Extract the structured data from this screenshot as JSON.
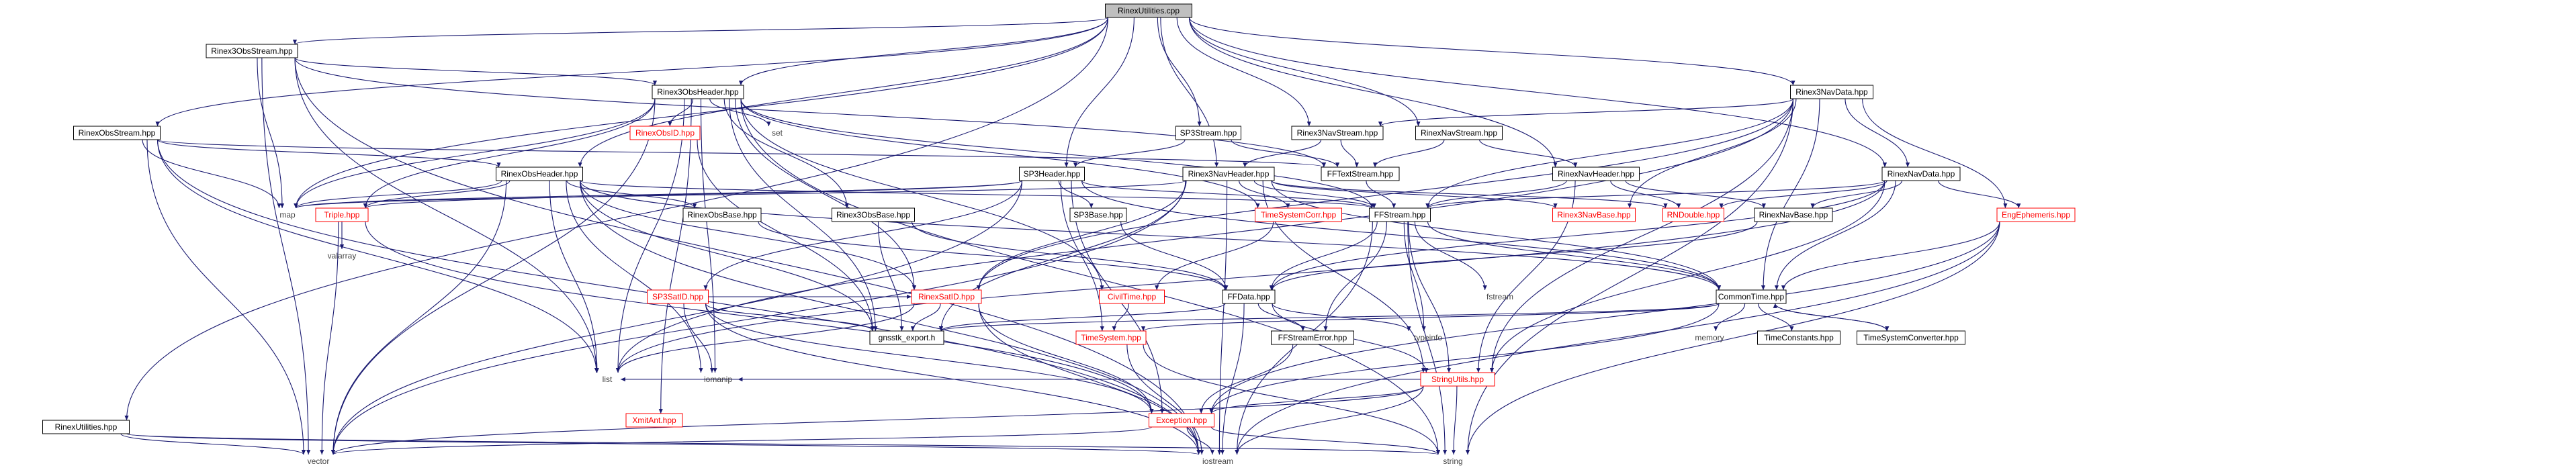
{
  "graph": {
    "nodes": [
      {
        "id": "RinexUtilities_cpp",
        "label": "RinexUtilities.cpp",
        "kind": "root"
      },
      {
        "id": "Rinex3ObsStream_hpp",
        "label": "Rinex3ObsStream.hpp",
        "kind": "file"
      },
      {
        "id": "RinexObsStream_hpp",
        "label": "RinexObsStream.hpp",
        "kind": "file"
      },
      {
        "id": "RinexUtilities_hpp",
        "label": "RinexUtilities.hpp",
        "kind": "file"
      },
      {
        "id": "Rinex3ObsHeader_hpp",
        "label": "Rinex3ObsHeader.hpp",
        "kind": "file"
      },
      {
        "id": "RinexObsID_hpp",
        "label": "RinexObsID.hpp",
        "kind": "red"
      },
      {
        "id": "set",
        "label": "set",
        "kind": "sys"
      },
      {
        "id": "SP3Stream_hpp",
        "label": "SP3Stream.hpp",
        "kind": "file"
      },
      {
        "id": "Rinex3NavStream_hpp",
        "label": "Rinex3NavStream.hpp",
        "kind": "file"
      },
      {
        "id": "RinexNavStream_hpp",
        "label": "RinexNavStream.hpp",
        "kind": "file"
      },
      {
        "id": "Rinex3NavData_hpp",
        "label": "Rinex3NavData.hpp",
        "kind": "file"
      },
      {
        "id": "FFTextStream_hpp",
        "label": "FFTextStream.hpp",
        "kind": "file"
      },
      {
        "id": "RinexObsHeader_hpp",
        "label": "RinexObsHeader.hpp",
        "kind": "file"
      },
      {
        "id": "SP3Header_hpp",
        "label": "SP3Header.hpp",
        "kind": "file"
      },
      {
        "id": "Rinex3NavHeader_hpp",
        "label": "Rinex3NavHeader.hpp",
        "kind": "file"
      },
      {
        "id": "RinexNavHeader_hpp",
        "label": "RinexNavHeader.hpp",
        "kind": "file"
      },
      {
        "id": "RinexNavData_hpp",
        "label": "RinexNavData.hpp",
        "kind": "file"
      },
      {
        "id": "map",
        "label": "map",
        "kind": "sys"
      },
      {
        "id": "Triple_hpp",
        "label": "Triple.hpp",
        "kind": "red"
      },
      {
        "id": "RinexObsBase_hpp",
        "label": "RinexObsBase.hpp",
        "kind": "file"
      },
      {
        "id": "Rinex3ObsBase_hpp",
        "label": "Rinex3ObsBase.hpp",
        "kind": "file"
      },
      {
        "id": "SP3Base_hpp",
        "label": "SP3Base.hpp",
        "kind": "file"
      },
      {
        "id": "TimeSystemCorr_hpp",
        "label": "TimeSystemCorr.hpp",
        "kind": "red"
      },
      {
        "id": "FFStream_hpp",
        "label": "FFStream.hpp",
        "kind": "file"
      },
      {
        "id": "Rinex3NavBase_hpp",
        "label": "Rinex3NavBase.hpp",
        "kind": "red"
      },
      {
        "id": "RNDouble_hpp",
        "label": "RNDouble.hpp",
        "kind": "red"
      },
      {
        "id": "RinexNavBase_hpp",
        "label": "RinexNavBase.hpp",
        "kind": "file"
      },
      {
        "id": "GPSEphemeris_hpp",
        "label": "EngEphemeris.hpp",
        "kind": "red"
      },
      {
        "id": "valarray",
        "label": "valarray",
        "kind": "sys"
      },
      {
        "id": "SP3SatID_hpp",
        "label": "SP3SatID.hpp",
        "kind": "red"
      },
      {
        "id": "RinexSatID_hpp",
        "label": "RinexSatID.hpp",
        "kind": "red"
      },
      {
        "id": "CivilTime_hpp",
        "label": "CivilTime.hpp",
        "kind": "red"
      },
      {
        "id": "FFData_hpp",
        "label": "FFData.hpp",
        "kind": "file"
      },
      {
        "id": "fstream",
        "label": "fstream",
        "kind": "sys"
      },
      {
        "id": "CommonTime_hpp",
        "label": "CommonTime.hpp",
        "kind": "file"
      },
      {
        "id": "gnsstk_export_h",
        "label": "gnsstk_export.h",
        "kind": "file"
      },
      {
        "id": "TimeSystem_hpp",
        "label": "TimeSystem.hpp",
        "kind": "red"
      },
      {
        "id": "FFStreamError_hpp",
        "label": "FFStreamError.hpp",
        "kind": "file"
      },
      {
        "id": "typeinfo",
        "label": "typeinfo",
        "kind": "sys"
      },
      {
        "id": "StringUtils_hpp",
        "label": "StringUtils.hpp",
        "kind": "red"
      },
      {
        "id": "memory",
        "label": "memory",
        "kind": "sys"
      },
      {
        "id": "TimeConstants_hpp",
        "label": "TimeConstants.hpp",
        "kind": "file"
      },
      {
        "id": "TimeSystemConverter_hpp",
        "label": "TimeSystemConverter.hpp",
        "kind": "file"
      },
      {
        "id": "list",
        "label": "list",
        "kind": "sys"
      },
      {
        "id": "XmitAnt_hpp",
        "label": "XmitAnt.hpp",
        "kind": "red"
      },
      {
        "id": "iomanip",
        "label": "iomanip",
        "kind": "sys"
      },
      {
        "id": "Exception_hpp",
        "label": "Exception.hpp",
        "kind": "red"
      },
      {
        "id": "vector",
        "label": "vector",
        "kind": "sys"
      },
      {
        "id": "iostream",
        "label": "iostream",
        "kind": "sys"
      },
      {
        "id": "string",
        "label": "string",
        "kind": "sys"
      }
    ],
    "edges": [
      [
        "RinexUtilities_cpp",
        "Rinex3ObsStream_hpp"
      ],
      [
        "RinexUtilities_cpp",
        "RinexObsStream_hpp"
      ],
      [
        "RinexUtilities_cpp",
        "RinexUtilities_hpp"
      ],
      [
        "RinexUtilities_cpp",
        "Rinex3ObsHeader_hpp"
      ],
      [
        "RinexUtilities_cpp",
        "RinexObsHeader_hpp"
      ],
      [
        "RinexUtilities_cpp",
        "map"
      ],
      [
        "RinexUtilities_cpp",
        "SP3Stream_hpp"
      ],
      [
        "RinexUtilities_cpp",
        "SP3Header_hpp"
      ],
      [
        "RinexUtilities_cpp",
        "Rinex3NavStream_hpp"
      ],
      [
        "RinexUtilities_cpp",
        "RinexNavStream_hpp"
      ],
      [
        "RinexUtilities_cpp",
        "Rinex3NavHeader_hpp"
      ],
      [
        "RinexUtilities_cpp",
        "RinexNavHeader_hpp"
      ],
      [
        "RinexUtilities_cpp",
        "Rinex3NavData_hpp"
      ],
      [
        "RinexUtilities_cpp",
        "RinexNavData_hpp"
      ],
      [
        "Rinex3ObsStream_hpp",
        "Rinex3ObsHeader_hpp"
      ],
      [
        "Rinex3ObsStream_hpp",
        "FFTextStream_hpp"
      ],
      [
        "Rinex3ObsStream_hpp",
        "map"
      ],
      [
        "Rinex3ObsStream_hpp",
        "list"
      ],
      [
        "Rinex3ObsStream_hpp",
        "vector"
      ],
      [
        "Rinex3ObsStream_hpp",
        "iostream"
      ],
      [
        "RinexObsStream_hpp",
        "RinexObsHeader_hpp"
      ],
      [
        "RinexObsStream_hpp",
        "FFTextStream_hpp"
      ],
      [
        "RinexObsStream_hpp",
        "map"
      ],
      [
        "RinexObsStream_hpp",
        "list"
      ],
      [
        "RinexObsStream_hpp",
        "vector"
      ],
      [
        "RinexObsStream_hpp",
        "iostream"
      ],
      [
        "RinexUtilities_hpp",
        "iostream"
      ],
      [
        "RinexUtilities_hpp",
        "string"
      ],
      [
        "RinexUtilities_hpp",
        "vector"
      ],
      [
        "Rinex3ObsHeader_hpp",
        "RinexObsID_hpp"
      ],
      [
        "Rinex3ObsHeader_hpp",
        "set"
      ],
      [
        "Rinex3ObsHeader_hpp",
        "Rinex3ObsBase_hpp"
      ],
      [
        "Rinex3ObsHeader_hpp",
        "map"
      ],
      [
        "Rinex3ObsHeader_hpp",
        "Triple_hpp"
      ],
      [
        "Rinex3ObsHeader_hpp",
        "list"
      ],
      [
        "Rinex3ObsHeader_hpp",
        "vector"
      ],
      [
        "Rinex3ObsHeader_hpp",
        "iomanip"
      ],
      [
        "Rinex3ObsHeader_hpp",
        "string"
      ],
      [
        "Rinex3ObsHeader_hpp",
        "CivilTime_hpp"
      ],
      [
        "Rinex3ObsHeader_hpp",
        "RinexSatID_hpp"
      ],
      [
        "Rinex3ObsHeader_hpp",
        "XmitAnt_hpp"
      ],
      [
        "Rinex3ObsHeader_hpp",
        "FFStream_hpp"
      ],
      [
        "Rinex3ObsHeader_hpp",
        "gnsstk_export_h"
      ],
      [
        "Rinex3ObsHeader_hpp",
        "TimeSystemCorr_hpp"
      ],
      [
        "RinexObsID_hpp",
        "gnsstk_export_h"
      ],
      [
        "SP3Stream_hpp",
        "SP3Header_hpp"
      ],
      [
        "SP3Stream_hpp",
        "FFTextStream_hpp"
      ],
      [
        "Rinex3NavStream_hpp",
        "FFTextStream_hpp"
      ],
      [
        "Rinex3NavStream_hpp",
        "Rinex3NavHeader_hpp"
      ],
      [
        "RinexNavStream_hpp",
        "FFTextStream_hpp"
      ],
      [
        "RinexNavStream_hpp",
        "RinexNavHeader_hpp"
      ],
      [
        "Rinex3NavData_hpp",
        "Rinex3NavStream_hpp"
      ],
      [
        "Rinex3NavData_hpp",
        "RinexNavData_hpp"
      ],
      [
        "Rinex3NavData_hpp",
        "GPSEphemeris_hpp"
      ],
      [
        "Rinex3NavData_hpp",
        "Rinex3NavBase_hpp"
      ],
      [
        "Rinex3NavData_hpp",
        "FFStream_hpp"
      ],
      [
        "Rinex3NavData_hpp",
        "CommonTime_hpp"
      ],
      [
        "Rinex3NavData_hpp",
        "StringUtils_hpp"
      ],
      [
        "Rinex3NavData_hpp",
        "RinexSatID_hpp"
      ],
      [
        "Rinex3NavData_hpp",
        "list"
      ],
      [
        "Rinex3NavData_hpp",
        "string"
      ],
      [
        "FFTextStream_hpp",
        "FFStream_hpp"
      ],
      [
        "RinexObsHeader_hpp",
        "RinexObsBase_hpp"
      ],
      [
        "RinexObsHeader_hpp",
        "map"
      ],
      [
        "RinexObsHeader_hpp",
        "Triple_hpp"
      ],
      [
        "RinexObsHeader_hpp",
        "list"
      ],
      [
        "RinexObsHeader_hpp",
        "vector"
      ],
      [
        "RinexObsHeader_hpp",
        "iomanip"
      ],
      [
        "RinexObsHeader_hpp",
        "iostream"
      ],
      [
        "RinexObsHeader_hpp",
        "CommonTime_hpp"
      ],
      [
        "RinexObsHeader_hpp",
        "RinexSatID_hpp"
      ],
      [
        "RinexObsHeader_hpp",
        "FFStream_hpp"
      ],
      [
        "RinexObsHeader_hpp",
        "gnsstk_export_h"
      ],
      [
        "SP3Header_hpp",
        "SP3Base_hpp"
      ],
      [
        "SP3Header_hpp",
        "SP3SatID_hpp"
      ],
      [
        "SP3Header_hpp",
        "map"
      ],
      [
        "SP3Header_hpp",
        "Triple_hpp"
      ],
      [
        "SP3Header_hpp",
        "vector"
      ],
      [
        "SP3Header_hpp",
        "CommonTime_hpp"
      ],
      [
        "SP3Header_hpp",
        "TimeSystem_hpp"
      ],
      [
        "SP3Header_hpp",
        "Exception_hpp"
      ],
      [
        "SP3Header_hpp",
        "FFStream_hpp"
      ],
      [
        "Rinex3NavHeader_hpp",
        "TimeSystemCorr_hpp"
      ],
      [
        "Rinex3NavHeader_hpp",
        "FFStream_hpp"
      ],
      [
        "Rinex3NavHeader_hpp",
        "Rinex3NavBase_hpp"
      ],
      [
        "Rinex3NavHeader_hpp",
        "RNDouble_hpp"
      ],
      [
        "Rinex3NavHeader_hpp",
        "CommonTime_hpp"
      ],
      [
        "Rinex3NavHeader_hpp",
        "StringUtils_hpp"
      ],
      [
        "Rinex3NavHeader_hpp",
        "RinexSatID_hpp"
      ],
      [
        "Rinex3NavHeader_hpp",
        "map"
      ],
      [
        "Rinex3NavHeader_hpp",
        "iostream"
      ],
      [
        "Rinex3NavHeader_hpp",
        "vector"
      ],
      [
        "Rinex3NavHeader_hpp",
        "gnsstk_export_h"
      ],
      [
        "RinexNavHeader_hpp",
        "RinexNavBase_hpp"
      ],
      [
        "RinexNavHeader_hpp",
        "FFStream_hpp"
      ],
      [
        "RinexNavHeader_hpp",
        "RNDouble_hpp"
      ],
      [
        "RinexNavHeader_hpp",
        "StringUtils_hpp"
      ],
      [
        "RinexNavData_hpp",
        "RinexNavBase_hpp"
      ],
      [
        "RinexNavData_hpp",
        "GPSEphemeris_hpp"
      ],
      [
        "RinexNavData_hpp",
        "FFStream_hpp"
      ],
      [
        "RinexNavData_hpp",
        "RNDouble_hpp"
      ],
      [
        "RinexNavData_hpp",
        "CommonTime_hpp"
      ],
      [
        "RinexNavData_hpp",
        "StringUtils_hpp"
      ],
      [
        "RinexNavData_hpp",
        "list"
      ],
      [
        "RinexNavData_hpp",
        "FFData_hpp"
      ],
      [
        "Triple_hpp",
        "valarray"
      ],
      [
        "Triple_hpp",
        "vector"
      ],
      [
        "Triple_hpp",
        "Exception_hpp"
      ],
      [
        "RinexObsBase_hpp",
        "FFData_hpp"
      ],
      [
        "Rinex3ObsBase_hpp",
        "FFData_hpp"
      ],
      [
        "Rinex3ObsBase_hpp",
        "gnsstk_export_h"
      ],
      [
        "SP3Base_hpp",
        "FFData_hpp"
      ],
      [
        "TimeSystemCorr_hpp",
        "CivilTime_hpp"
      ],
      [
        "FFStream_hpp",
        "FFData_hpp"
      ],
      [
        "FFStream_hpp",
        "fstream"
      ],
      [
        "FFStream_hpp",
        "typeinfo"
      ],
      [
        "FFStream_hpp",
        "CommonTime_hpp"
      ],
      [
        "FFStream_hpp",
        "StringUtils_hpp"
      ],
      [
        "FFStream_hpp",
        "FFStreamError_hpp"
      ],
      [
        "FFStream_hpp",
        "iostream"
      ],
      [
        "FFStream_hpp",
        "string"
      ],
      [
        "RinexNavBase_hpp",
        "FFData_hpp"
      ],
      [
        "GPSEphemeris_hpp",
        "CommonTime_hpp"
      ],
      [
        "GPSEphemeris_hpp",
        "Exception_hpp"
      ],
      [
        "GPSEphemeris_hpp",
        "iostream"
      ],
      [
        "GPSEphemeris_hpp",
        "string"
      ],
      [
        "SP3SatID_hpp",
        "RinexSatID_hpp"
      ],
      [
        "SP3SatID_hpp",
        "gnsstk_export_h"
      ],
      [
        "SP3SatID_hpp",
        "iomanip"
      ],
      [
        "SP3SatID_hpp",
        "iostream"
      ],
      [
        "SP3SatID_hpp",
        "Exception_hpp"
      ],
      [
        "RinexSatID_hpp",
        "gnsstk_export_h"
      ],
      [
        "RinexSatID_hpp",
        "iostream"
      ],
      [
        "RinexSatID_hpp",
        "Exception_hpp"
      ],
      [
        "RinexSatID_hpp",
        "list"
      ],
      [
        "CivilTime_hpp",
        "TimeSystem_hpp"
      ],
      [
        "FFData_hpp",
        "typeinfo"
      ],
      [
        "FFData_hpp",
        "StringUtils_hpp"
      ],
      [
        "FFData_hpp",
        "FFStreamError_hpp"
      ],
      [
        "FFData_hpp",
        "iostream"
      ],
      [
        "FFData_hpp",
        "gnsstk_export_h"
      ],
      [
        "CommonTime_hpp",
        "TimeSystem_hpp"
      ],
      [
        "CommonTime_hpp",
        "memory"
      ],
      [
        "CommonTime_hpp",
        "TimeConstants_hpp"
      ],
      [
        "CommonTime_hpp",
        "TimeSystemConverter_hpp"
      ],
      [
        "CommonTime_hpp",
        "Exception_hpp"
      ],
      [
        "CommonTime_hpp",
        "gnsstk_export_h"
      ],
      [
        "TimeSystemConverter_hpp",
        "CommonTime_hpp"
      ],
      [
        "TimeSystem_hpp",
        "iostream"
      ],
      [
        "TimeSystem_hpp",
        "string"
      ],
      [
        "FFStreamError_hpp",
        "Exception_hpp"
      ],
      [
        "StringUtils_hpp",
        "Exception_hpp"
      ],
      [
        "StringUtils_hpp",
        "list"
      ],
      [
        "StringUtils_hpp",
        "iomanip"
      ],
      [
        "StringUtils_hpp",
        "iostream"
      ],
      [
        "StringUtils_hpp",
        "string"
      ],
      [
        "StringUtils_hpp",
        "vector"
      ],
      [
        "Exception_hpp",
        "vector"
      ],
      [
        "Exception_hpp",
        "iostream"
      ],
      [
        "Exception_hpp",
        "string"
      ]
    ]
  }
}
